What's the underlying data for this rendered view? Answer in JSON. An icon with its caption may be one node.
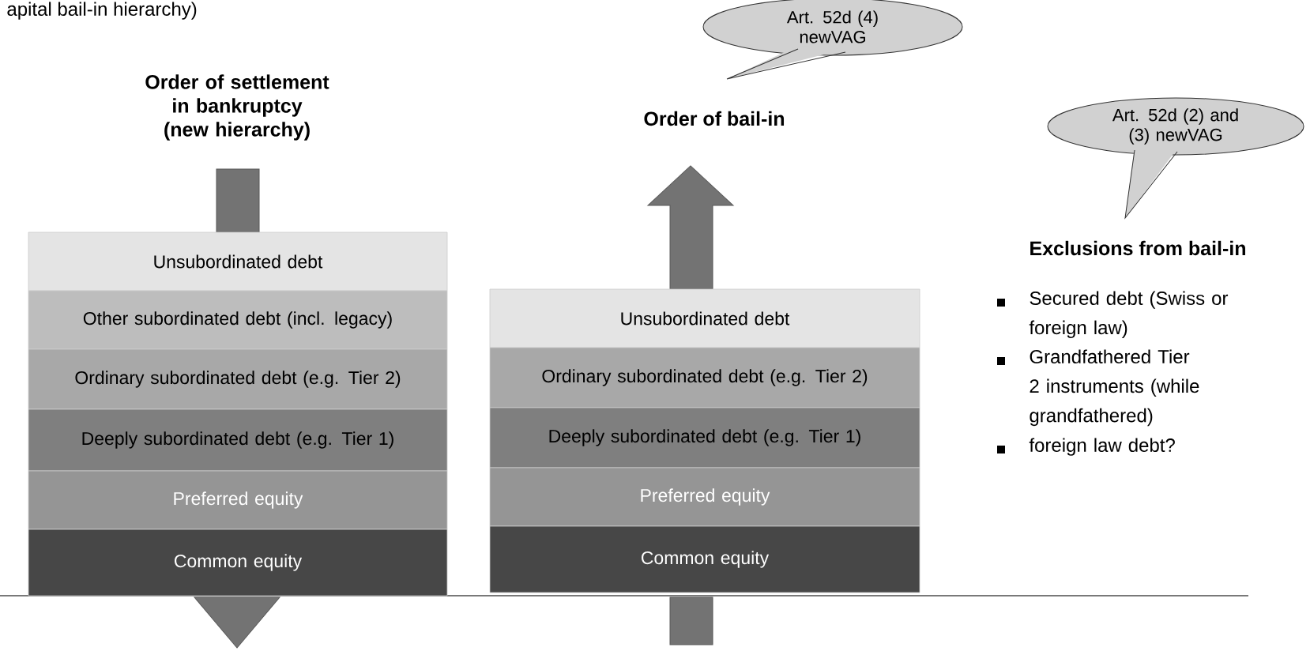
{
  "diagram": {
    "nodes": [
      {
        "text": [
          "Unsubordinated debt"
        ]
      },
      {
        "text": [
          "Other subordinated debt (incl. legacy)"
        ]
      },
      {
        "text": [
          "Ordinary subordinated debt (e.g. Tier 2)"
        ]
      },
      {
        "text": [
          "Deeply subordinated debt (e.g. Tier 1)"
        ]
      },
      {
        "text": [
          "Preferred equity"
        ]
      },
      {
        "text": [
          "Common equity"
        ]
      },
      {
        "text": [
          "Unsubordinated debt"
        ]
      },
      {
        "text": [
          "Ordinary subordinated debt (e.g. Tier 2)"
        ]
      },
      {
        "text": [
          "Deeply subordinated debt (e.g. Tier 1)"
        ]
      },
      {
        "text": [
          "Preferred equity"
        ]
      },
      {
        "text": [
          "Common equity"
        ]
      },
      {
        "text": [
          "Art. 52d (4) newVAG"
        ]
      },
      {
        "text": [
          "Art. 52d (2) and (3) newVAG"
        ]
      }
    ],
    "edges": [],
    "labels": [
      "apital bail-in hierarchy)",
      "Order of settlement in bankruptcy (new hierarchy)",
      "Order of bail-in",
      "Exclusions from bail-in",
      "Secured debt (Swiss or foreign law)",
      "Grandfathered Tier 2 instruments (while grandfathered)",
      "foreign law debt?"
    ]
  }
}
